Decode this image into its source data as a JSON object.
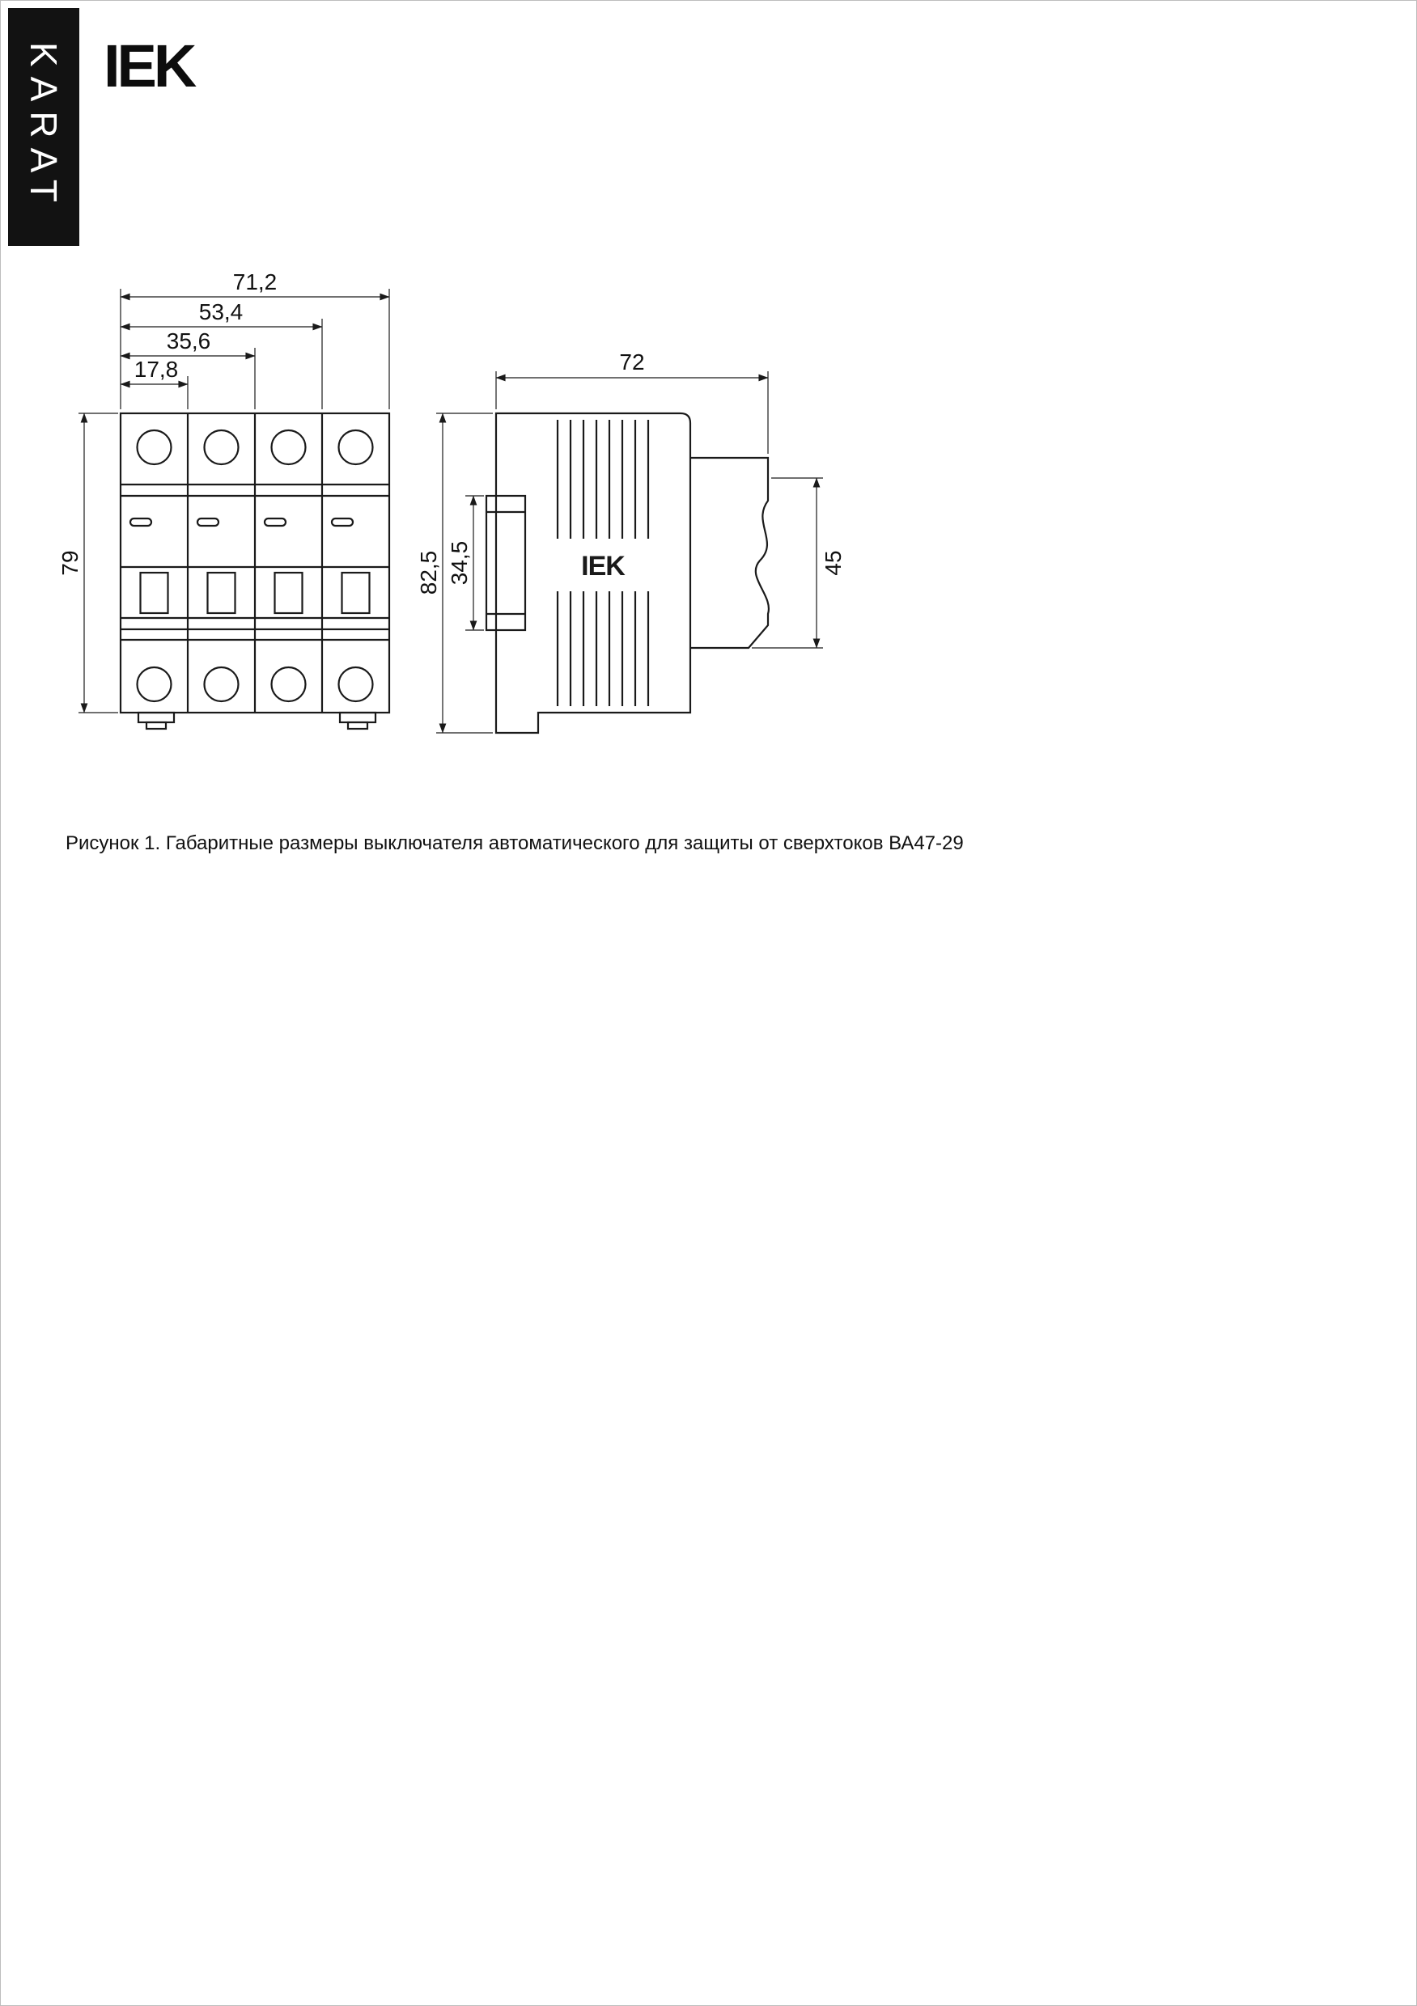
{
  "brand": {
    "banner_text": "KARAT",
    "logo_text": "IEK"
  },
  "front_view": {
    "dim_total_width": "71,2",
    "dim_three_modules": "53,4",
    "dim_two_modules": "35,6",
    "dim_one_module": "17,8",
    "dim_height": "79"
  },
  "side_view": {
    "dim_depth": "72",
    "dim_total_height": "82,5",
    "dim_clip_height": "34,5",
    "dim_front_height": "45",
    "logo_text": "IEK"
  },
  "figure": {
    "caption": "Рисунок 1. Габаритные размеры выключателя автоматического для защиты от сверхтоков ВА47-29"
  }
}
